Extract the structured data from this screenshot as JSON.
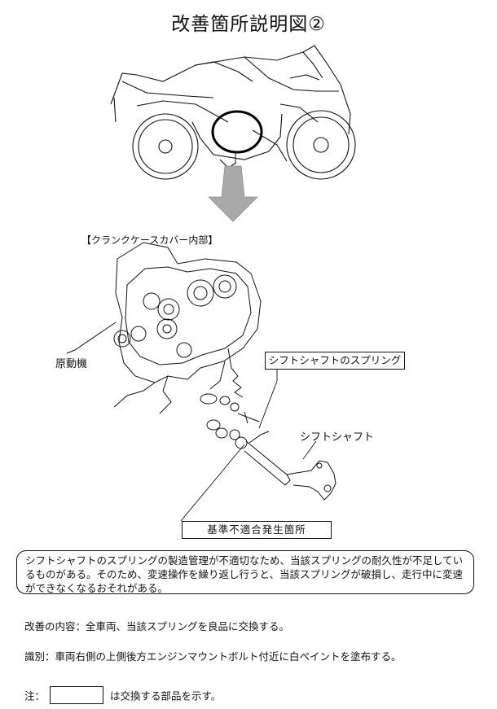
{
  "title": "改善箇所説明図②",
  "section_label": "【クランクケースカバー内部】",
  "labels": {
    "engine": "原動機",
    "spring": "シフトシャフトのスプリング",
    "shaft": "シフトシャフト",
    "defect": "基準不適合発生箇所"
  },
  "description": "シフトシャフトのスプリングの製造管理が不適切なため、当該スプリングの耐久性が不足しているものがある。そのため、変速操作を繰り返し行うと、当該スプリングが破損し、走行中に変速ができなくなるおそれがある。",
  "improvement": "改善の内容：全車両、当該スプリングを良品に交換する。",
  "identification": "識別：車両右側の上側後方エンジンマウントボルト付近に白ペイントを塗布する。",
  "note": {
    "prefix": "注：",
    "suffix": "は交換する部品を示す。"
  },
  "colors": {
    "line": "#111111",
    "arrow": "#a9a9a9",
    "highlight_circle": "#000000"
  }
}
